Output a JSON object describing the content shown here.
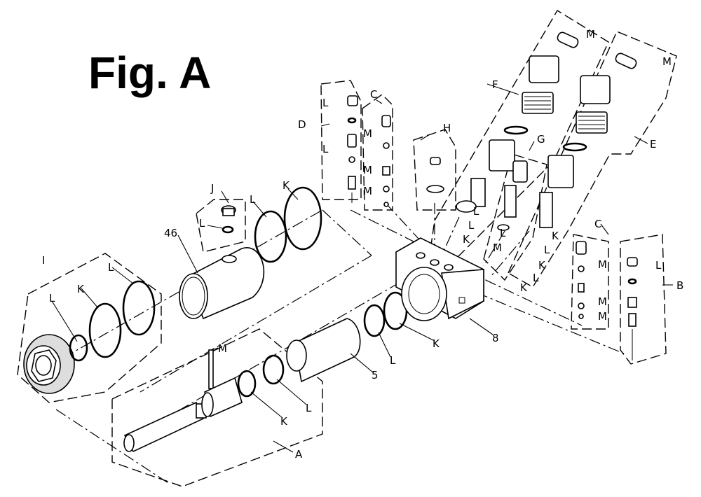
{
  "figure_title": "Fig. A",
  "assemblies": {
    "A": "A",
    "B": "B",
    "C_top": "C",
    "C_right": "C",
    "D": "D",
    "E": "E",
    "F": "F",
    "G": "G",
    "H": "H",
    "I": "I",
    "J": "J"
  },
  "parts": {
    "p46": "46",
    "p5": "5",
    "p8": "8"
  },
  "callouts": {
    "K": "K",
    "L": "L",
    "M": "M"
  }
}
